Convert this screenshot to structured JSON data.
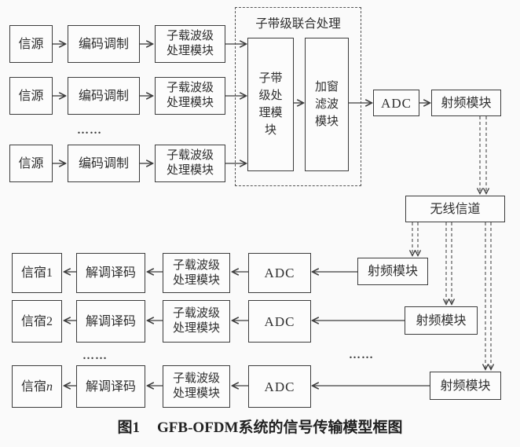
{
  "blocks": {
    "source": "信源",
    "encoder": "编码调制",
    "subcarrier": "子载波级\n处理模块",
    "joint_title": "子带级联合处理",
    "subband": "子带\n级处\n理模\n块",
    "window": "加窗\n滤波\n模块",
    "adc": "ADC",
    "rf": "射频模块",
    "channel": "无线信道",
    "demod": "解调译码",
    "sink_prefix": "信宿",
    "sinks": [
      "1",
      "2",
      "n"
    ],
    "ellipsis": "……"
  },
  "caption": {
    "prefix": "图1",
    "title": "GFB-OFDM系统的信号传输模型框图"
  },
  "colors": {
    "line": "#3c3c3c",
    "background": "#fafafa",
    "box_background": "#fcfcfc"
  }
}
